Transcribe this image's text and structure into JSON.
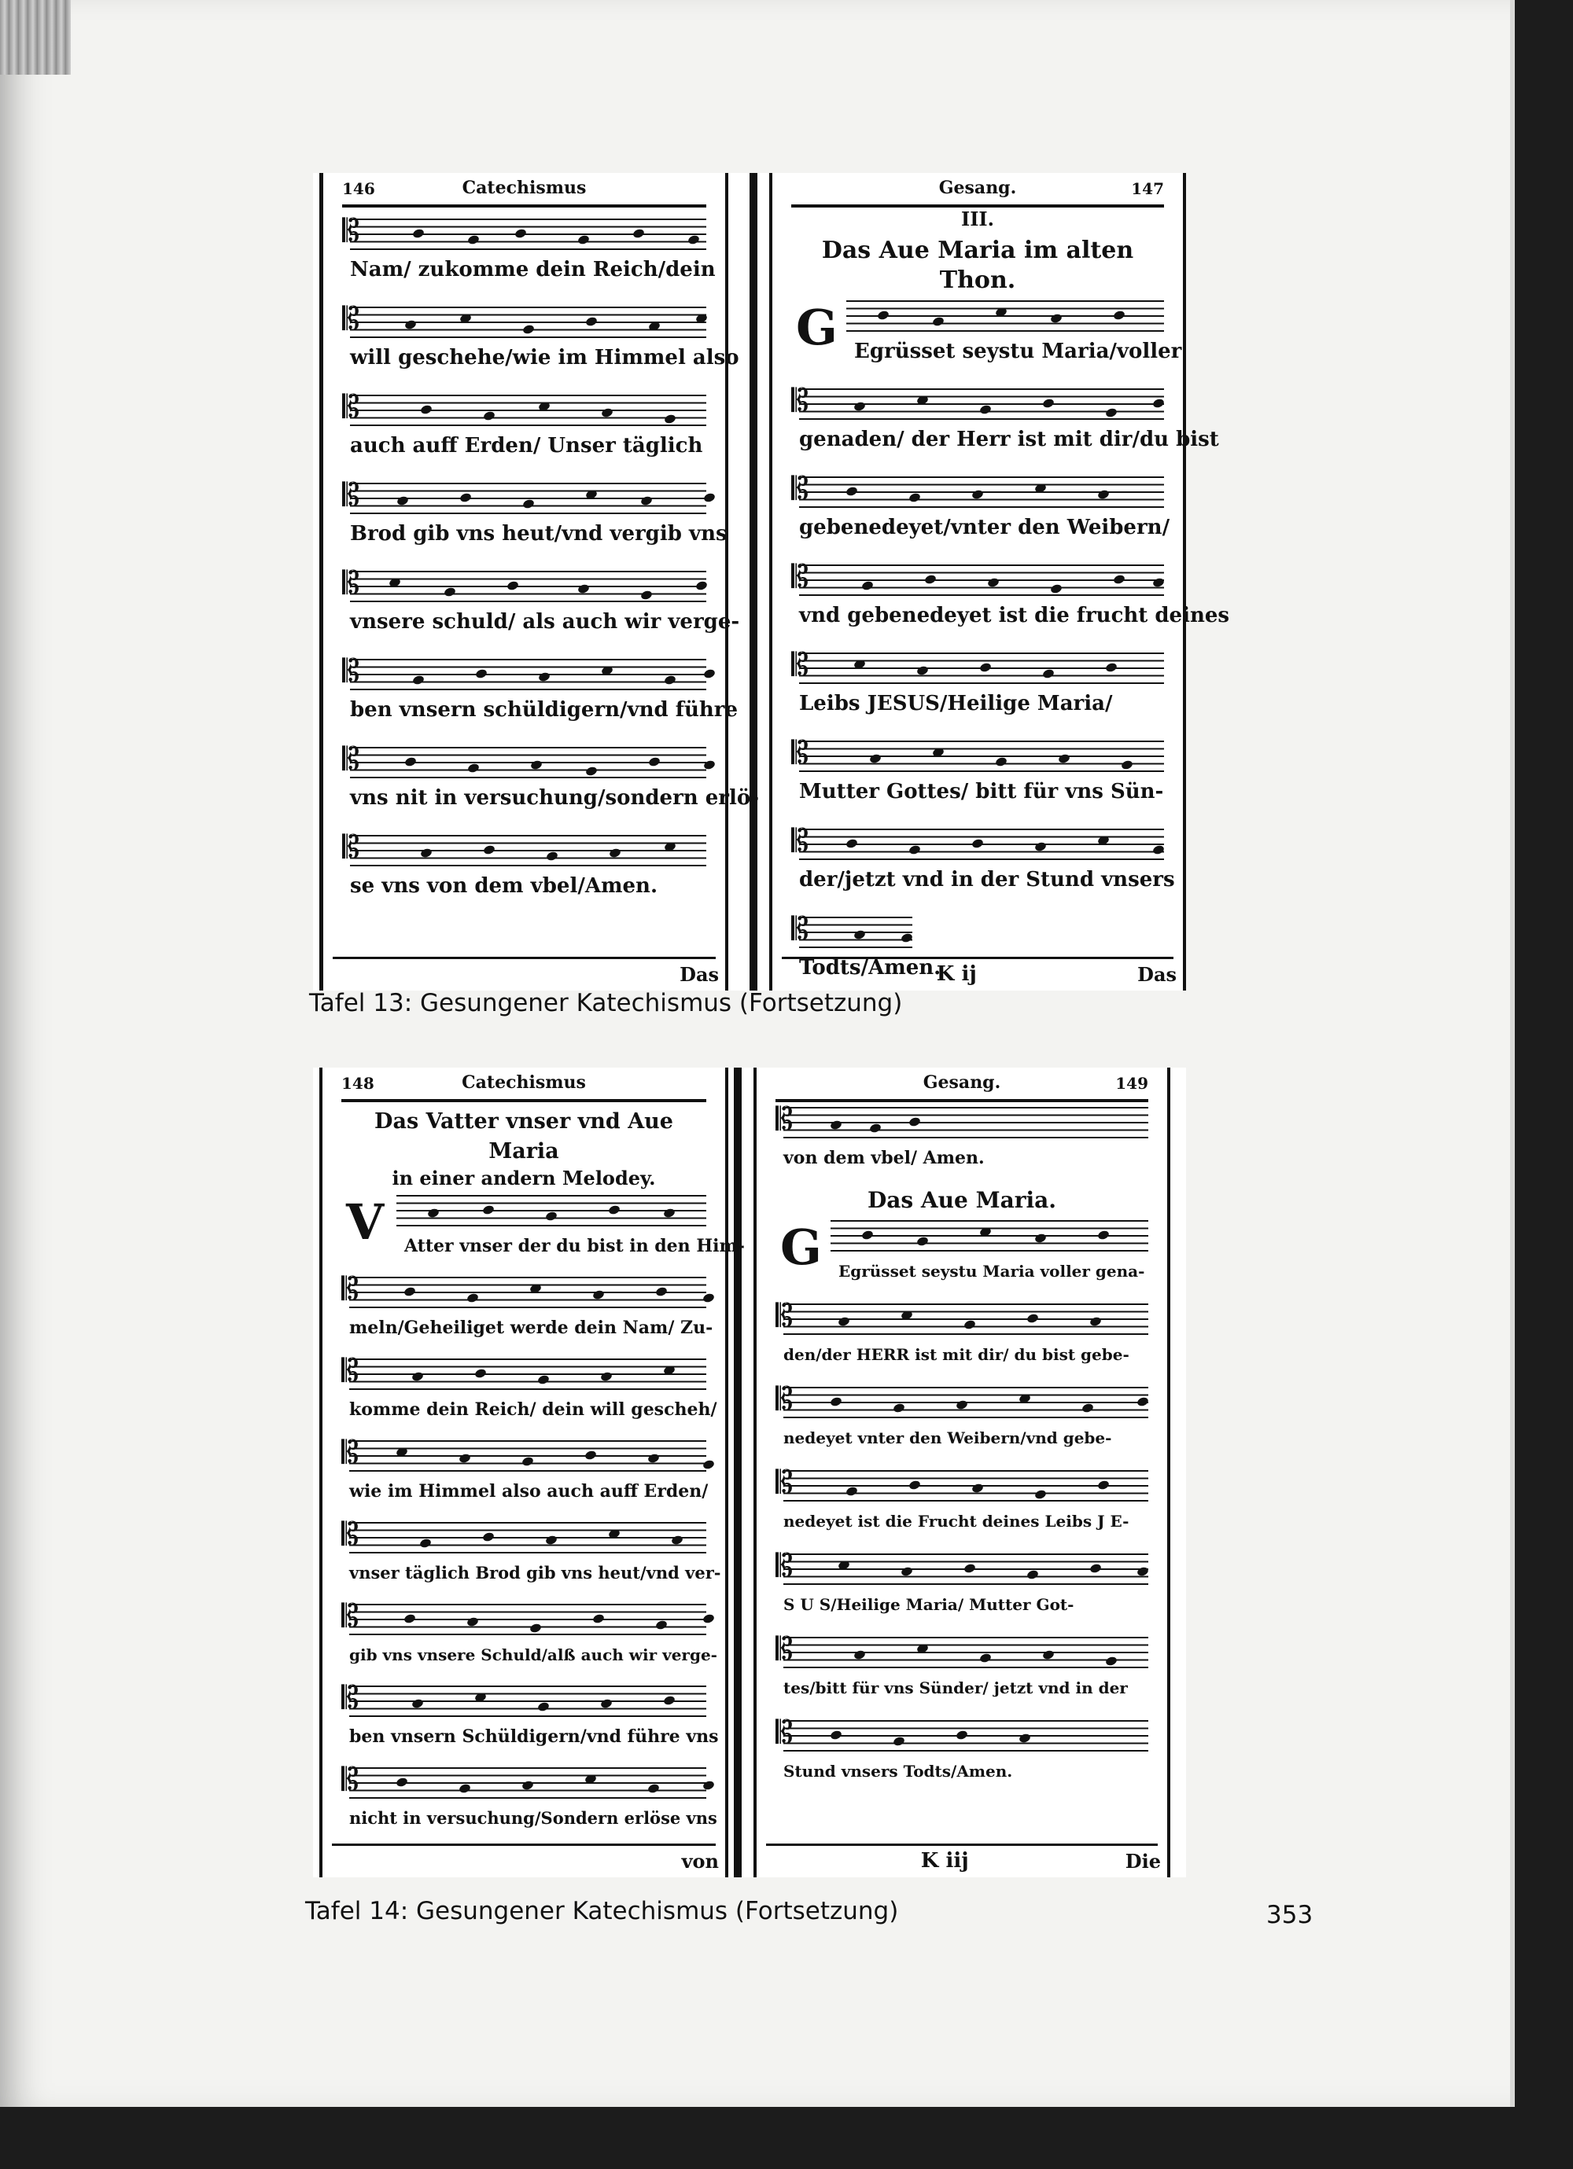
{
  "plate13": {
    "caption": "Tafel 13: Gesungener Katechismus (Fortsetzung)",
    "left": {
      "page_number": "146",
      "running_head": "Catechismus",
      "lines": [
        "Nam/ zukomme dein Reich/dein",
        "will geschehe/wie im Himmel also",
        "auch auff Erden/ Unser täglich",
        "Brod gib vns heut/vnd vergib vns",
        "vnsere schuld/ als auch wir verge-",
        "ben vnsern schüldigern/vnd führe",
        "vns nit in versuchung/sondern erlö-",
        "se vns von dem vbel/Amen."
      ],
      "catchword": "Das"
    },
    "right": {
      "page_number": "147",
      "running_head": "Gesang.",
      "section_number": "III.",
      "section_title": "Das Aue Maria im alten Thon.",
      "initial": "G",
      "lines": [
        "Egrüsset seystu Maria/voller",
        "genaden/ der Herr ist mit dir/du bist",
        "gebenedeyet/vnter den Weibern/",
        "vnd gebenedeyet ist die frucht deines",
        "Leibs JESUS/Heilige Maria/",
        "Mutter Gottes/ bitt für vns Sün-",
        "der/jetzt vnd in der Stund vnsers",
        "Todts/Amen."
      ],
      "signature": "K ij",
      "catchword": "Das"
    }
  },
  "plate14": {
    "caption": "Tafel 14: Gesungener Katechismus (Fortsetzung)",
    "left": {
      "page_number": "148",
      "running_head": "Catechismus",
      "section_title": "Das Vatter vnser vnd Aue Maria",
      "section_subtitle": "in einer andern Melodey.",
      "initial": "V",
      "lines": [
        "Atter vnser der du bist in den Him-",
        "meln/Geheiliget werde dein Nam/ Zu-",
        "komme dein Reich/ dein will gescheh/",
        "wie im Himmel also auch auff Erden/",
        "vnser täglich Brod gib vns heut/vnd ver-",
        "gib vns vnsere Schuld/alß auch wir verge-",
        "ben vnsern Schüldigern/vnd führe vns",
        "nicht in versuchung/Sondern erlöse vns"
      ],
      "catchword": "von"
    },
    "right": {
      "page_number": "149",
      "running_head": "Gesang.",
      "top_line": "von dem vbel/ Amen.",
      "section_title": "Das Aue Maria.",
      "initial": "G",
      "lines": [
        "Egrüsset seystu Maria voller gena-",
        "den/der HERR ist mit dir/ du bist gebe-",
        "nedeyet vnter den Weibern/vnd gebe-",
        "nedeyet ist die Frucht deines Leibs J E-",
        "S U S/Heilige Maria/ Mutter Got-",
        "tes/bitt für vns Sünder/ jetzt vnd in der",
        "Stund vnsers Todts/Amen."
      ],
      "signature": "K iij",
      "catchword": "Die"
    }
  },
  "folio": "353"
}
